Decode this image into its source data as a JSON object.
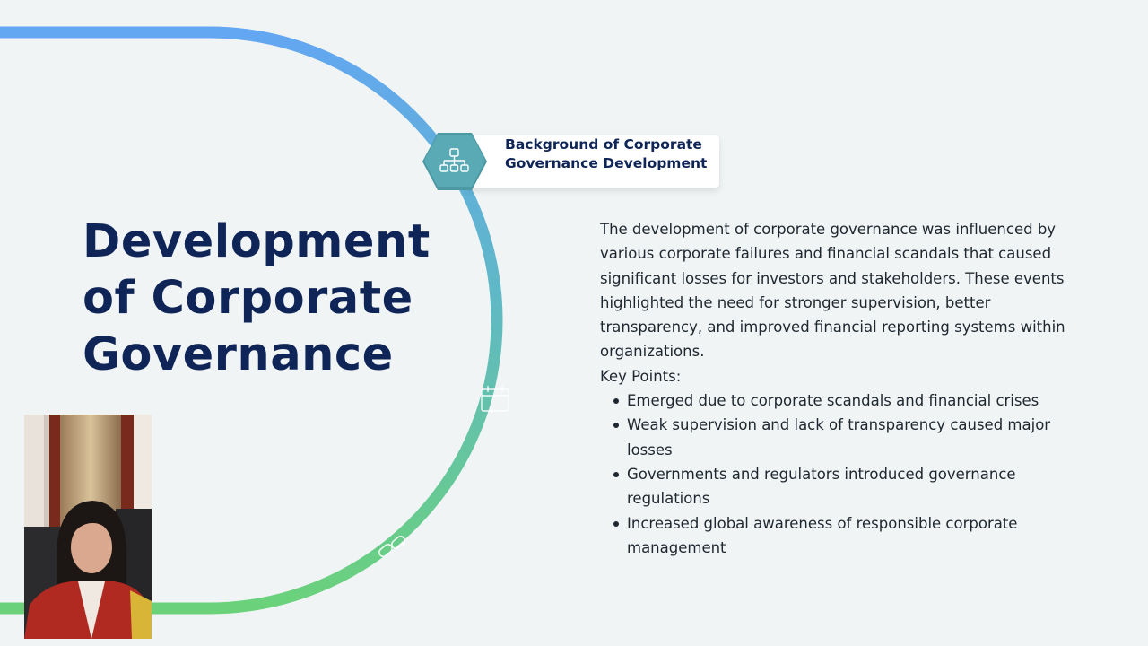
{
  "slide": {
    "title": "Development of Corporate Governance",
    "section_card": {
      "title": "Background of Corporate Governance Development",
      "icon": "org-chart-icon"
    },
    "body": {
      "paragraph": "The development of corporate governance was influenced by various corporate failures and financial scandals that caused significant losses for investors and stakeholders. These events highlighted the need for stronger supervision, better transparency, and improved financial reporting systems within organizations.",
      "key_points_label": "Key Points:",
      "key_points": [
        "Emerged due to corporate scandals and financial crises",
        "Weak supervision and lack of transparency caused major losses",
        "Governments and regulators introduced governance regulations",
        "Increased global awareness of responsible corporate management"
      ]
    },
    "decorations": [
      "calendar-icon",
      "link-icon"
    ]
  },
  "colors": {
    "title": "#0f2557",
    "arc_top": "#63a6f2",
    "arc_mid": "#5fb8c6",
    "arc_bottom": "#6bd27a",
    "badge": "#5aaab5",
    "background": "#f0f4f5"
  },
  "webcam": {
    "label": "presenter-webcam"
  }
}
